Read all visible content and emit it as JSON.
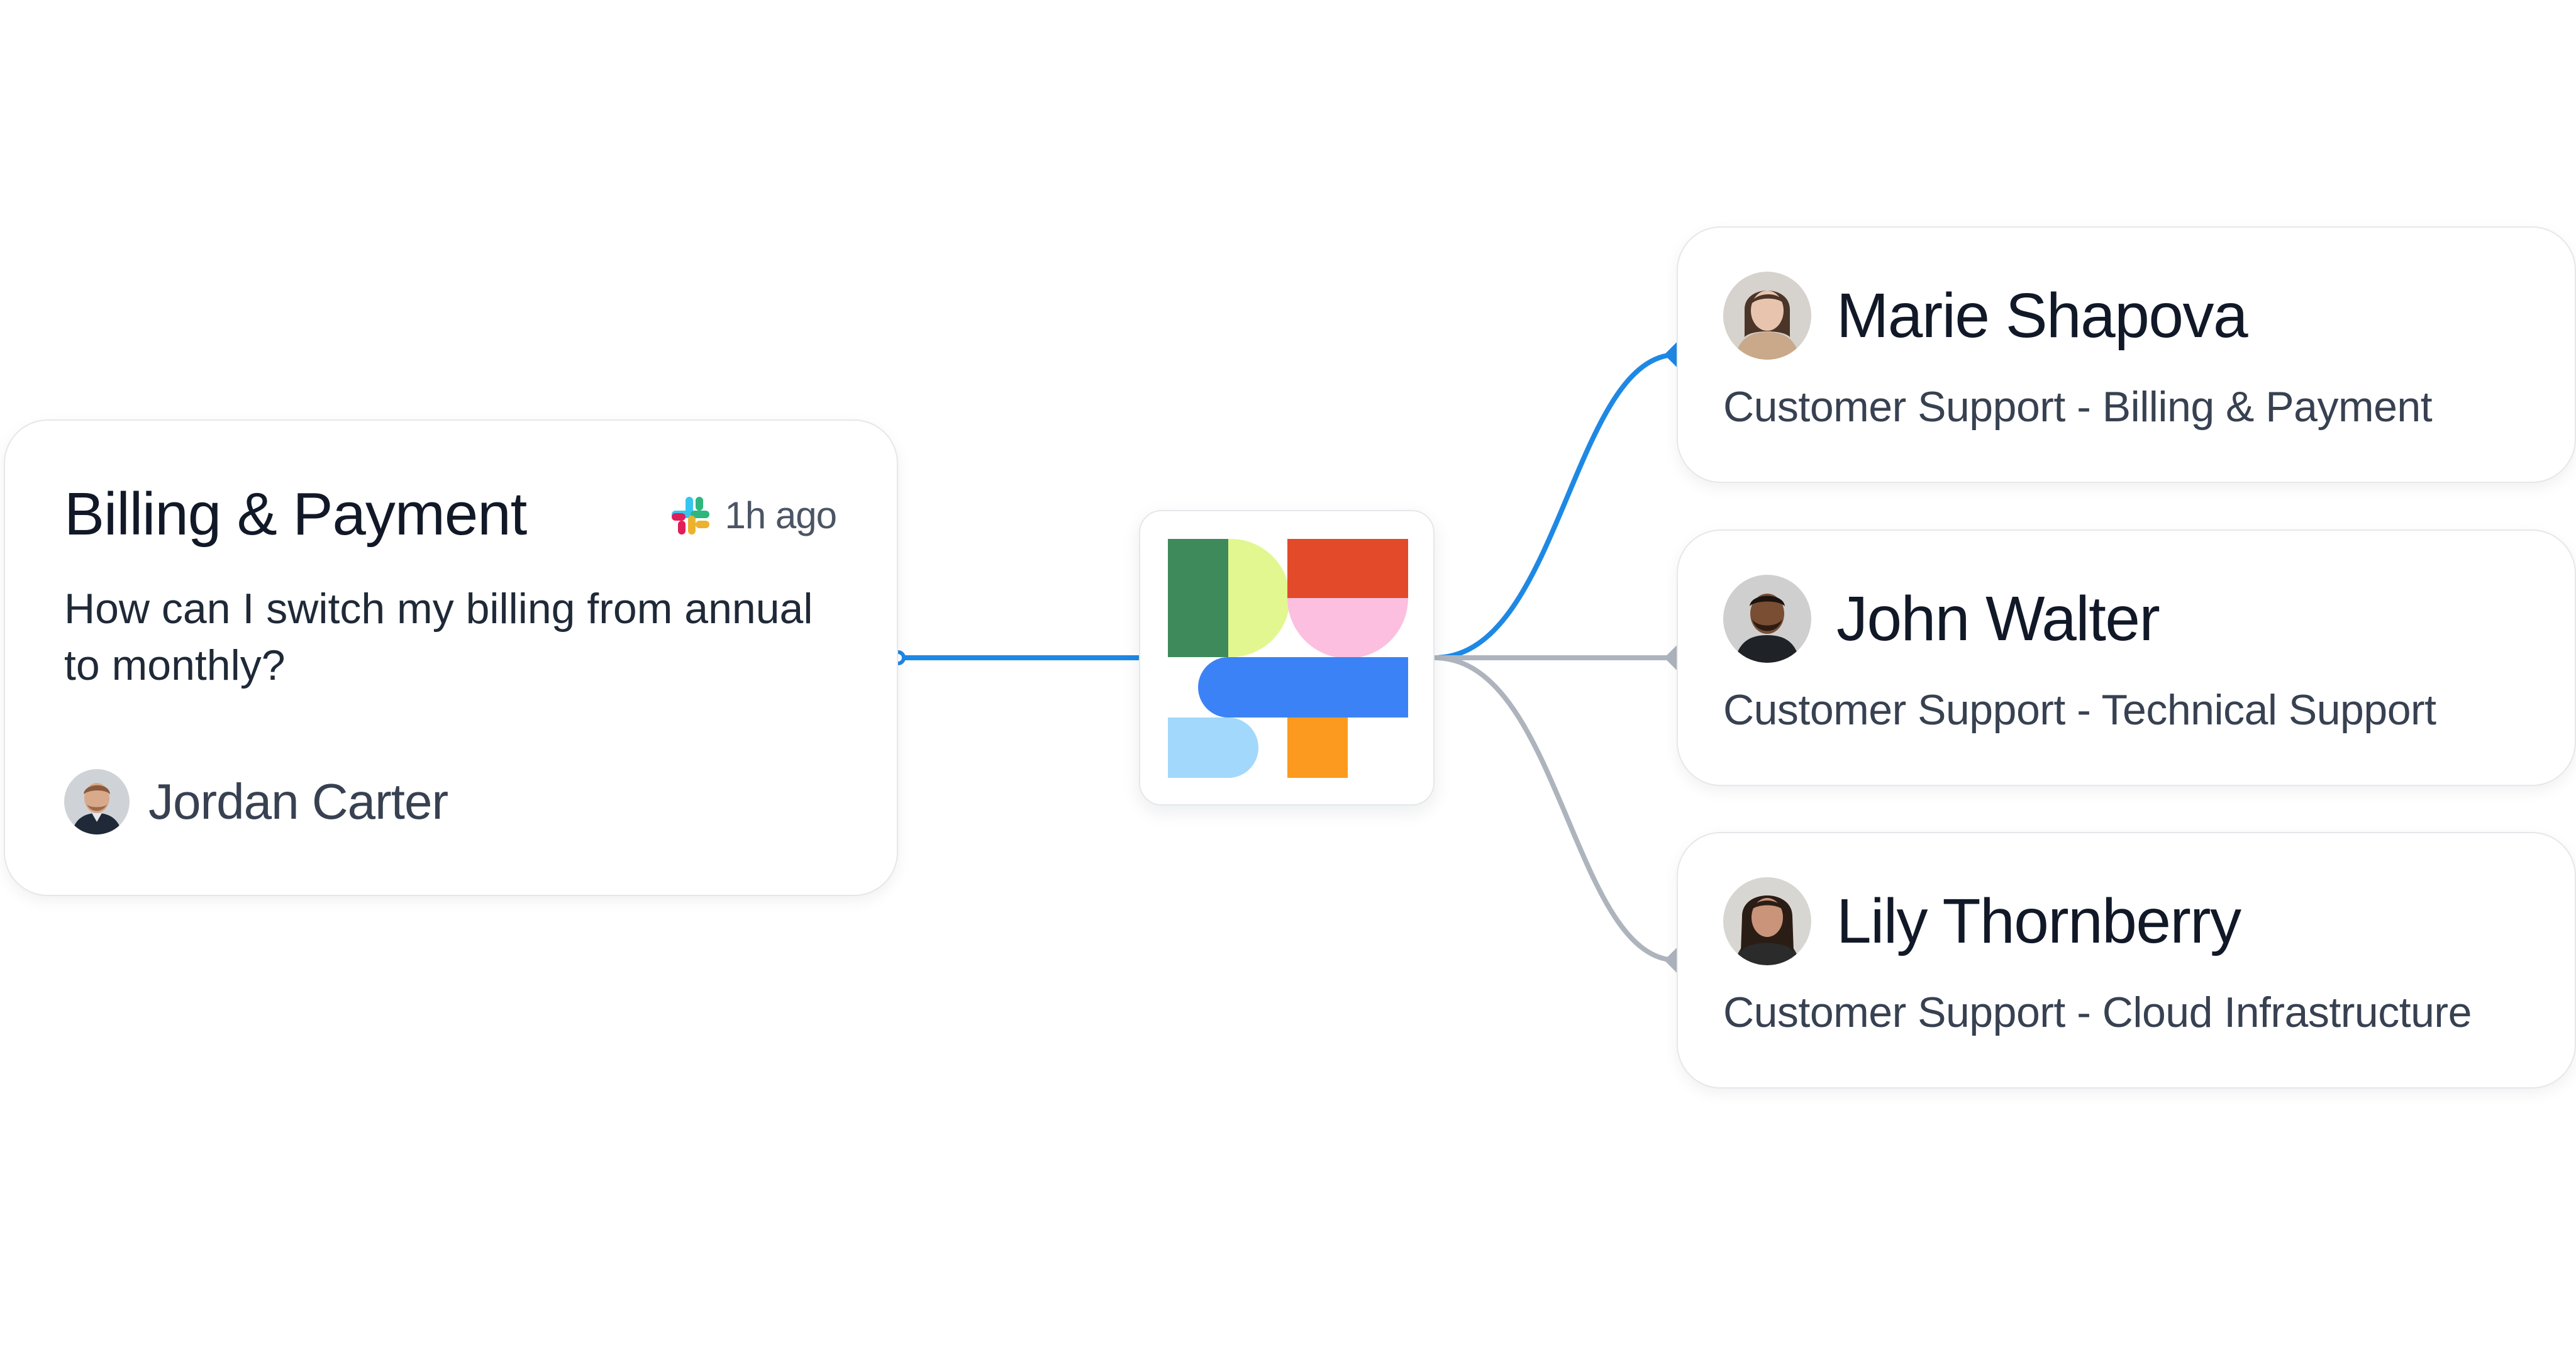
{
  "ticket": {
    "title": "Billing & Payment",
    "source_icon": "slack-icon",
    "time": "1h ago",
    "question": "How can I switch my billing from annual to monthly?",
    "author": {
      "name": "Jordan Carter",
      "icon": "avatar"
    }
  },
  "hub": {
    "icon": "routing-logo-icon",
    "colors": [
      "#3f8a5a",
      "#e2f78f",
      "#e24a29",
      "#fcbfe0",
      "#3b82f6",
      "#a2d8fb",
      "#fb9a1e"
    ]
  },
  "agents": [
    {
      "name": "Marie Shapova",
      "role": "Customer Support - Billing & Payment",
      "selected": true
    },
    {
      "name": "John Walter",
      "role": "Customer Support - Technical Support",
      "selected": false
    },
    {
      "name": "Lily Thornberry",
      "role": "Customer Support - Cloud Infrastructure",
      "selected": false
    }
  ],
  "colors": {
    "active_connector": "#1e88e5",
    "inactive_connector": "#aeb4bd",
    "card_border": "#e5e7eb"
  }
}
